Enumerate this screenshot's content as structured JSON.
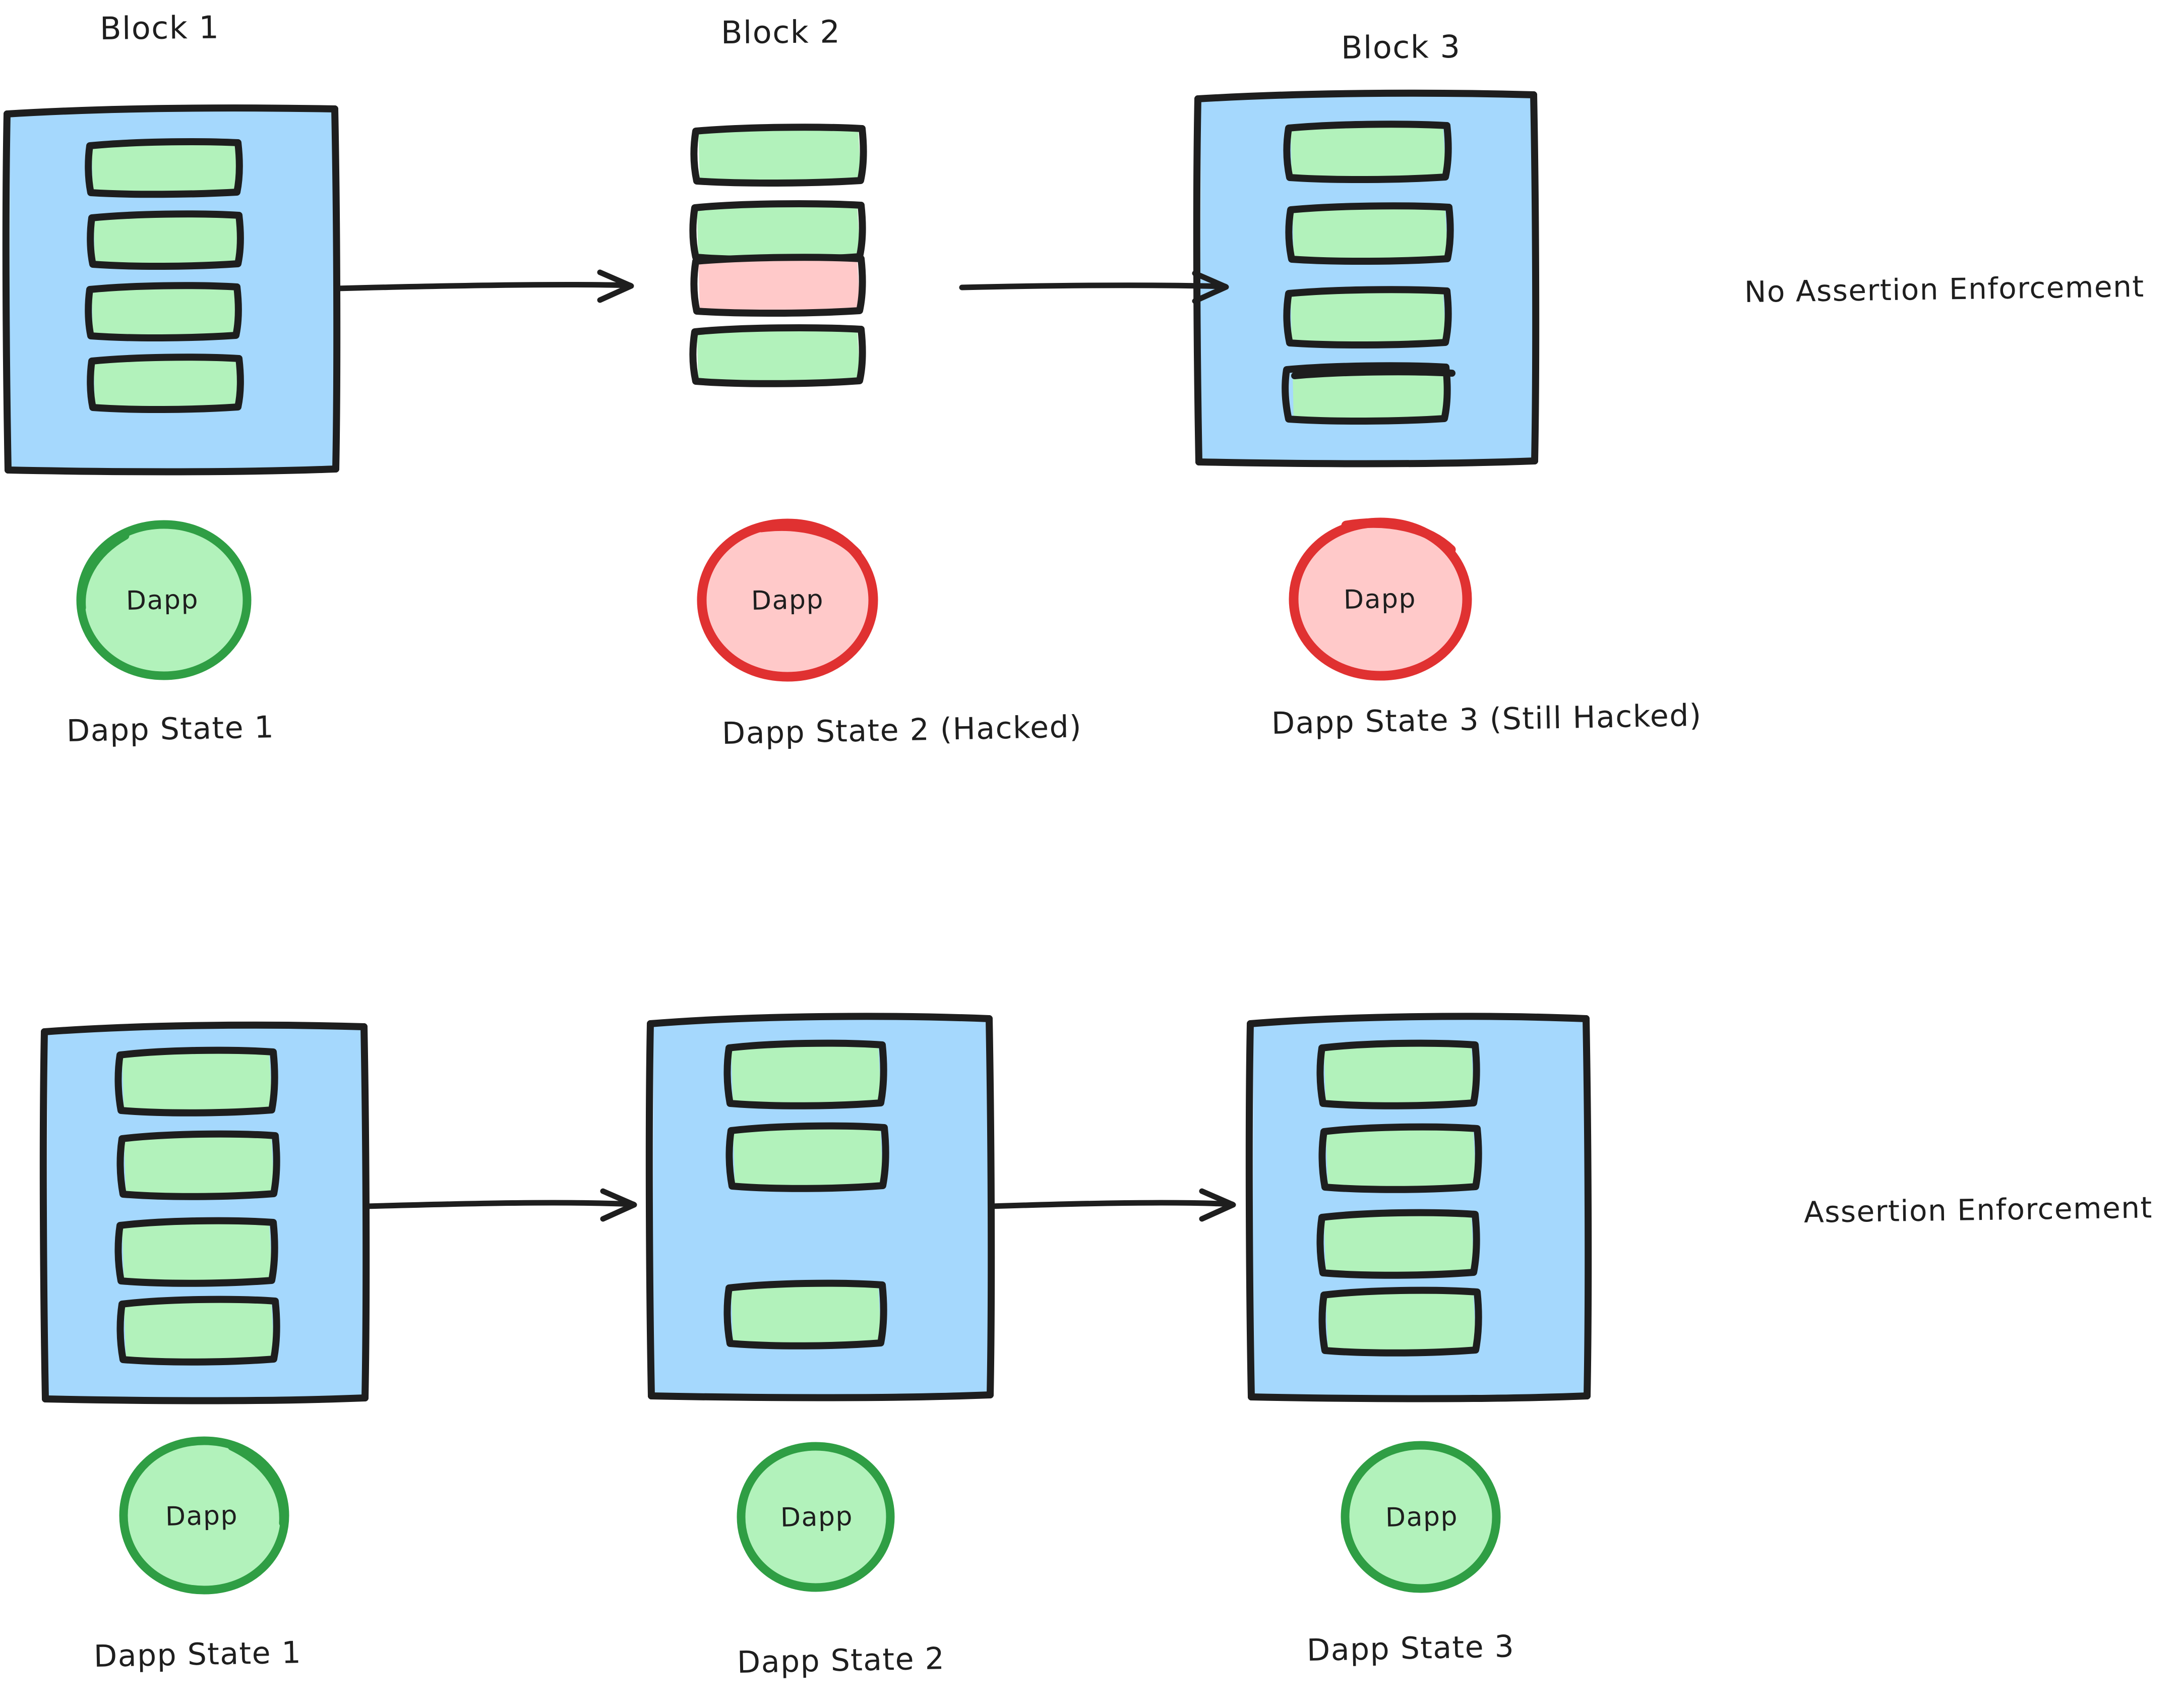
{
  "diagram": {
    "title_row_1": "No Assertion Enforcement",
    "title_row_2": "Assertion Enforcement"
  },
  "colors": {
    "block_fill": "#a5d8fd",
    "tx_ok_fill": "#b2f2bb",
    "tx_hacked_fill": "#ffc9c9",
    "ink": "#1e1e1e",
    "dapp_ok_stroke": "#2f9e44",
    "dapp_ok_fill": "#b2f2bb",
    "dapp_hacked_stroke": "#e03131",
    "dapp_hacked_fill": "#ffc9c9"
  },
  "rows": [
    {
      "id": "no-assertion-enforcement",
      "side_label": "No Assertion Enforcement",
      "columns": [
        {
          "block_title": "Block 1",
          "has_block_container": true,
          "transactions": [
            "ok",
            "ok",
            "ok",
            "ok"
          ],
          "dapp": {
            "label": "Dapp",
            "status": "ok"
          },
          "state_label": "Dapp State 1"
        },
        {
          "block_title": "Block 2",
          "has_block_container": false,
          "transactions": [
            "ok",
            "ok",
            "hacked",
            "ok"
          ],
          "dapp": {
            "label": "Dapp",
            "status": "hacked"
          },
          "state_label": "Dapp State 2 (Hacked)"
        },
        {
          "block_title": "Block 3",
          "has_block_container": true,
          "transactions": [
            "ok",
            "ok",
            "ok",
            "ok"
          ],
          "dapp": {
            "label": "Dapp",
            "status": "hacked"
          },
          "state_label": "Dapp State 3 (Still Hacked)"
        }
      ]
    },
    {
      "id": "assertion-enforcement",
      "side_label": "Assertion Enforcement",
      "columns": [
        {
          "block_title": "",
          "has_block_container": true,
          "transactions": [
            "ok",
            "ok",
            "ok",
            "ok"
          ],
          "dapp": {
            "label": "Dapp",
            "status": "ok"
          },
          "state_label": "Dapp State 1"
        },
        {
          "block_title": "",
          "has_block_container": true,
          "transactions": [
            "ok",
            "ok",
            "empty",
            "ok"
          ],
          "dapp": {
            "label": "Dapp",
            "status": "ok"
          },
          "state_label": "Dapp State 2"
        },
        {
          "block_title": "",
          "has_block_container": true,
          "transactions": [
            "ok",
            "ok",
            "ok",
            "ok"
          ],
          "dapp": {
            "label": "Dapp",
            "status": "ok"
          },
          "state_label": "Dapp State 3"
        }
      ]
    }
  ],
  "labels": {
    "block1_top": "Block 1",
    "block2_top": "Block 2",
    "block3_top": "Block 3",
    "dapp": "Dapp",
    "top_state_1": "Dapp State 1",
    "top_state_2": "Dapp State 2 (Hacked)",
    "top_state_3": "Dapp State 3 (Still Hacked)",
    "bottom_state_1": "Dapp State 1",
    "bottom_state_2": "Dapp State 2",
    "bottom_state_3": "Dapp State 3",
    "side_top": "No Assertion Enforcement",
    "side_bottom": "Assertion Enforcement"
  }
}
